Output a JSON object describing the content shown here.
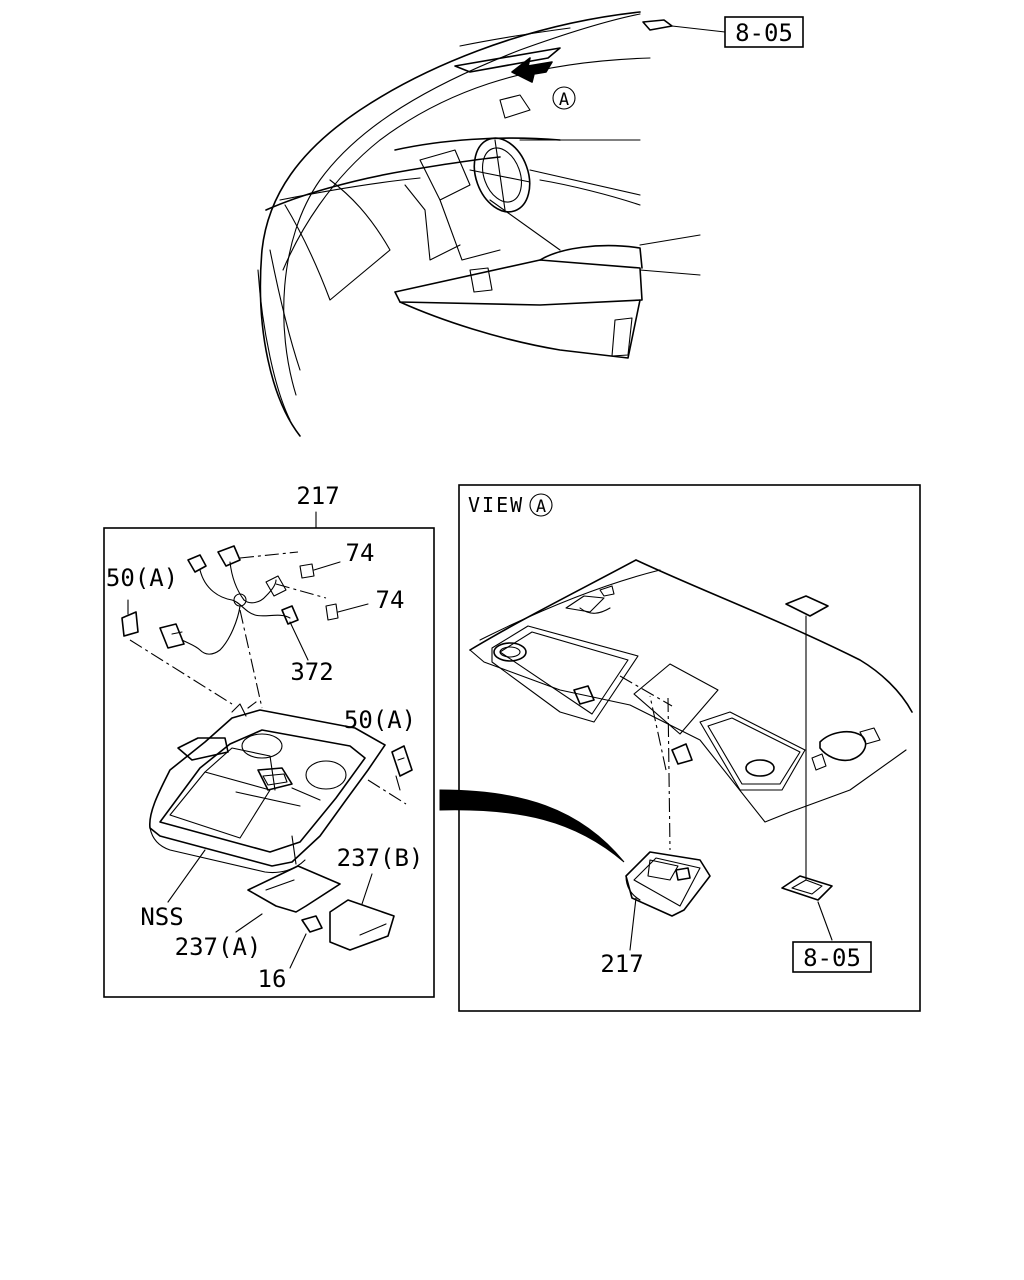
{
  "labels": {
    "ref_top": "8-05",
    "view_marker_top": "A",
    "main_part": "217",
    "bulb_1": "74",
    "bulb_2": "74",
    "clip_left": "50(A)",
    "clip_right": "50(A)",
    "harness": "372",
    "nss": "NSS",
    "lens_a": "237(A)",
    "lens_b": "237(B)",
    "screw": "16",
    "view_title": "VIEW",
    "view_marker": "A",
    "view_part": "217",
    "ref_view": "8-05"
  }
}
